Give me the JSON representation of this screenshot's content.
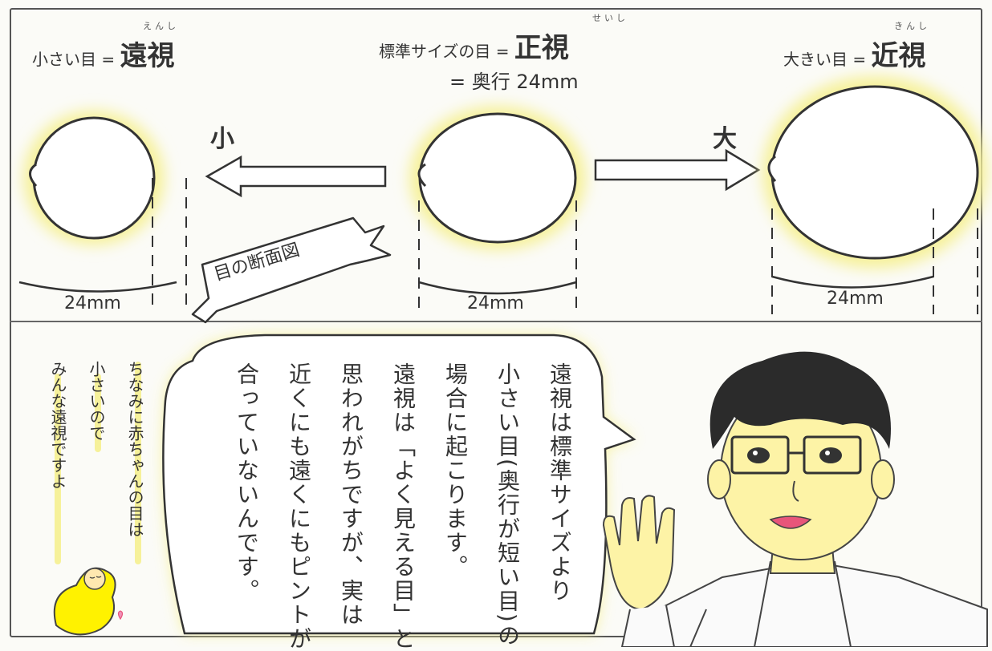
{
  "headings": {
    "small": {
      "prefix": "小さい目 = ",
      "term": "遠視",
      "reading": "えんし"
    },
    "standard": {
      "prefix": "標準サイズの目 = ",
      "term": "正視",
      "reading": "せいし",
      "sub": "= 奥行 24mm"
    },
    "large": {
      "prefix": "大きい目 = ",
      "term": "近視",
      "reading": "きんし"
    }
  },
  "arrows": {
    "small": "小",
    "large": "大"
  },
  "dimension": {
    "small": "24mm",
    "standard": "24mm",
    "large": "24mm"
  },
  "banner": "目の断面図",
  "speech_bubble": "遠視は標準サイズより\n小さい目(奥行が短い目)の\n場合に起こります。\n遠視は「よく見える目」と\n思われがちですが、実は\n近くにも遠くにもピントが\n合っていないんです。",
  "note": "ちなみに赤ちゃんの目は\n小さいので\nみんな遠視ですよ",
  "colors": {
    "glow": "#f6f19a",
    "baby": "#fff200",
    "skin": "#fdf3a6",
    "hair": "#2b2b2b",
    "lips": "#e8557a"
  }
}
